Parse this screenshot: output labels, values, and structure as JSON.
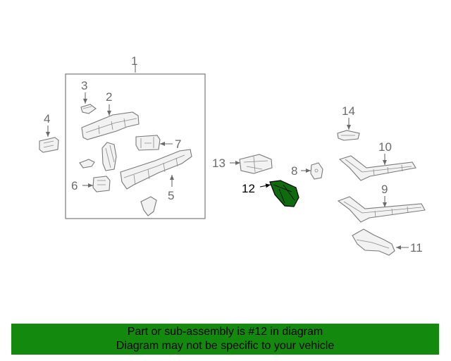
{
  "callouts": {
    "c1": "1",
    "c2": "2",
    "c3": "3",
    "c4": "4",
    "c5": "5",
    "c6": "6",
    "c7": "7",
    "c8": "8",
    "c9": "9",
    "c10": "10",
    "c11": "11",
    "c12": "12",
    "c13": "13",
    "c14": "14"
  },
  "highlighted_part": "12",
  "colors": {
    "highlight_part": "#0e6b0e",
    "banner_bg": "#138a0d",
    "callout_gray": "#6b6b6b"
  },
  "banner": {
    "line1": "Part or sub-assembly is #12 in diagram",
    "line2": "Diagram may not be specific to your vehicle"
  }
}
